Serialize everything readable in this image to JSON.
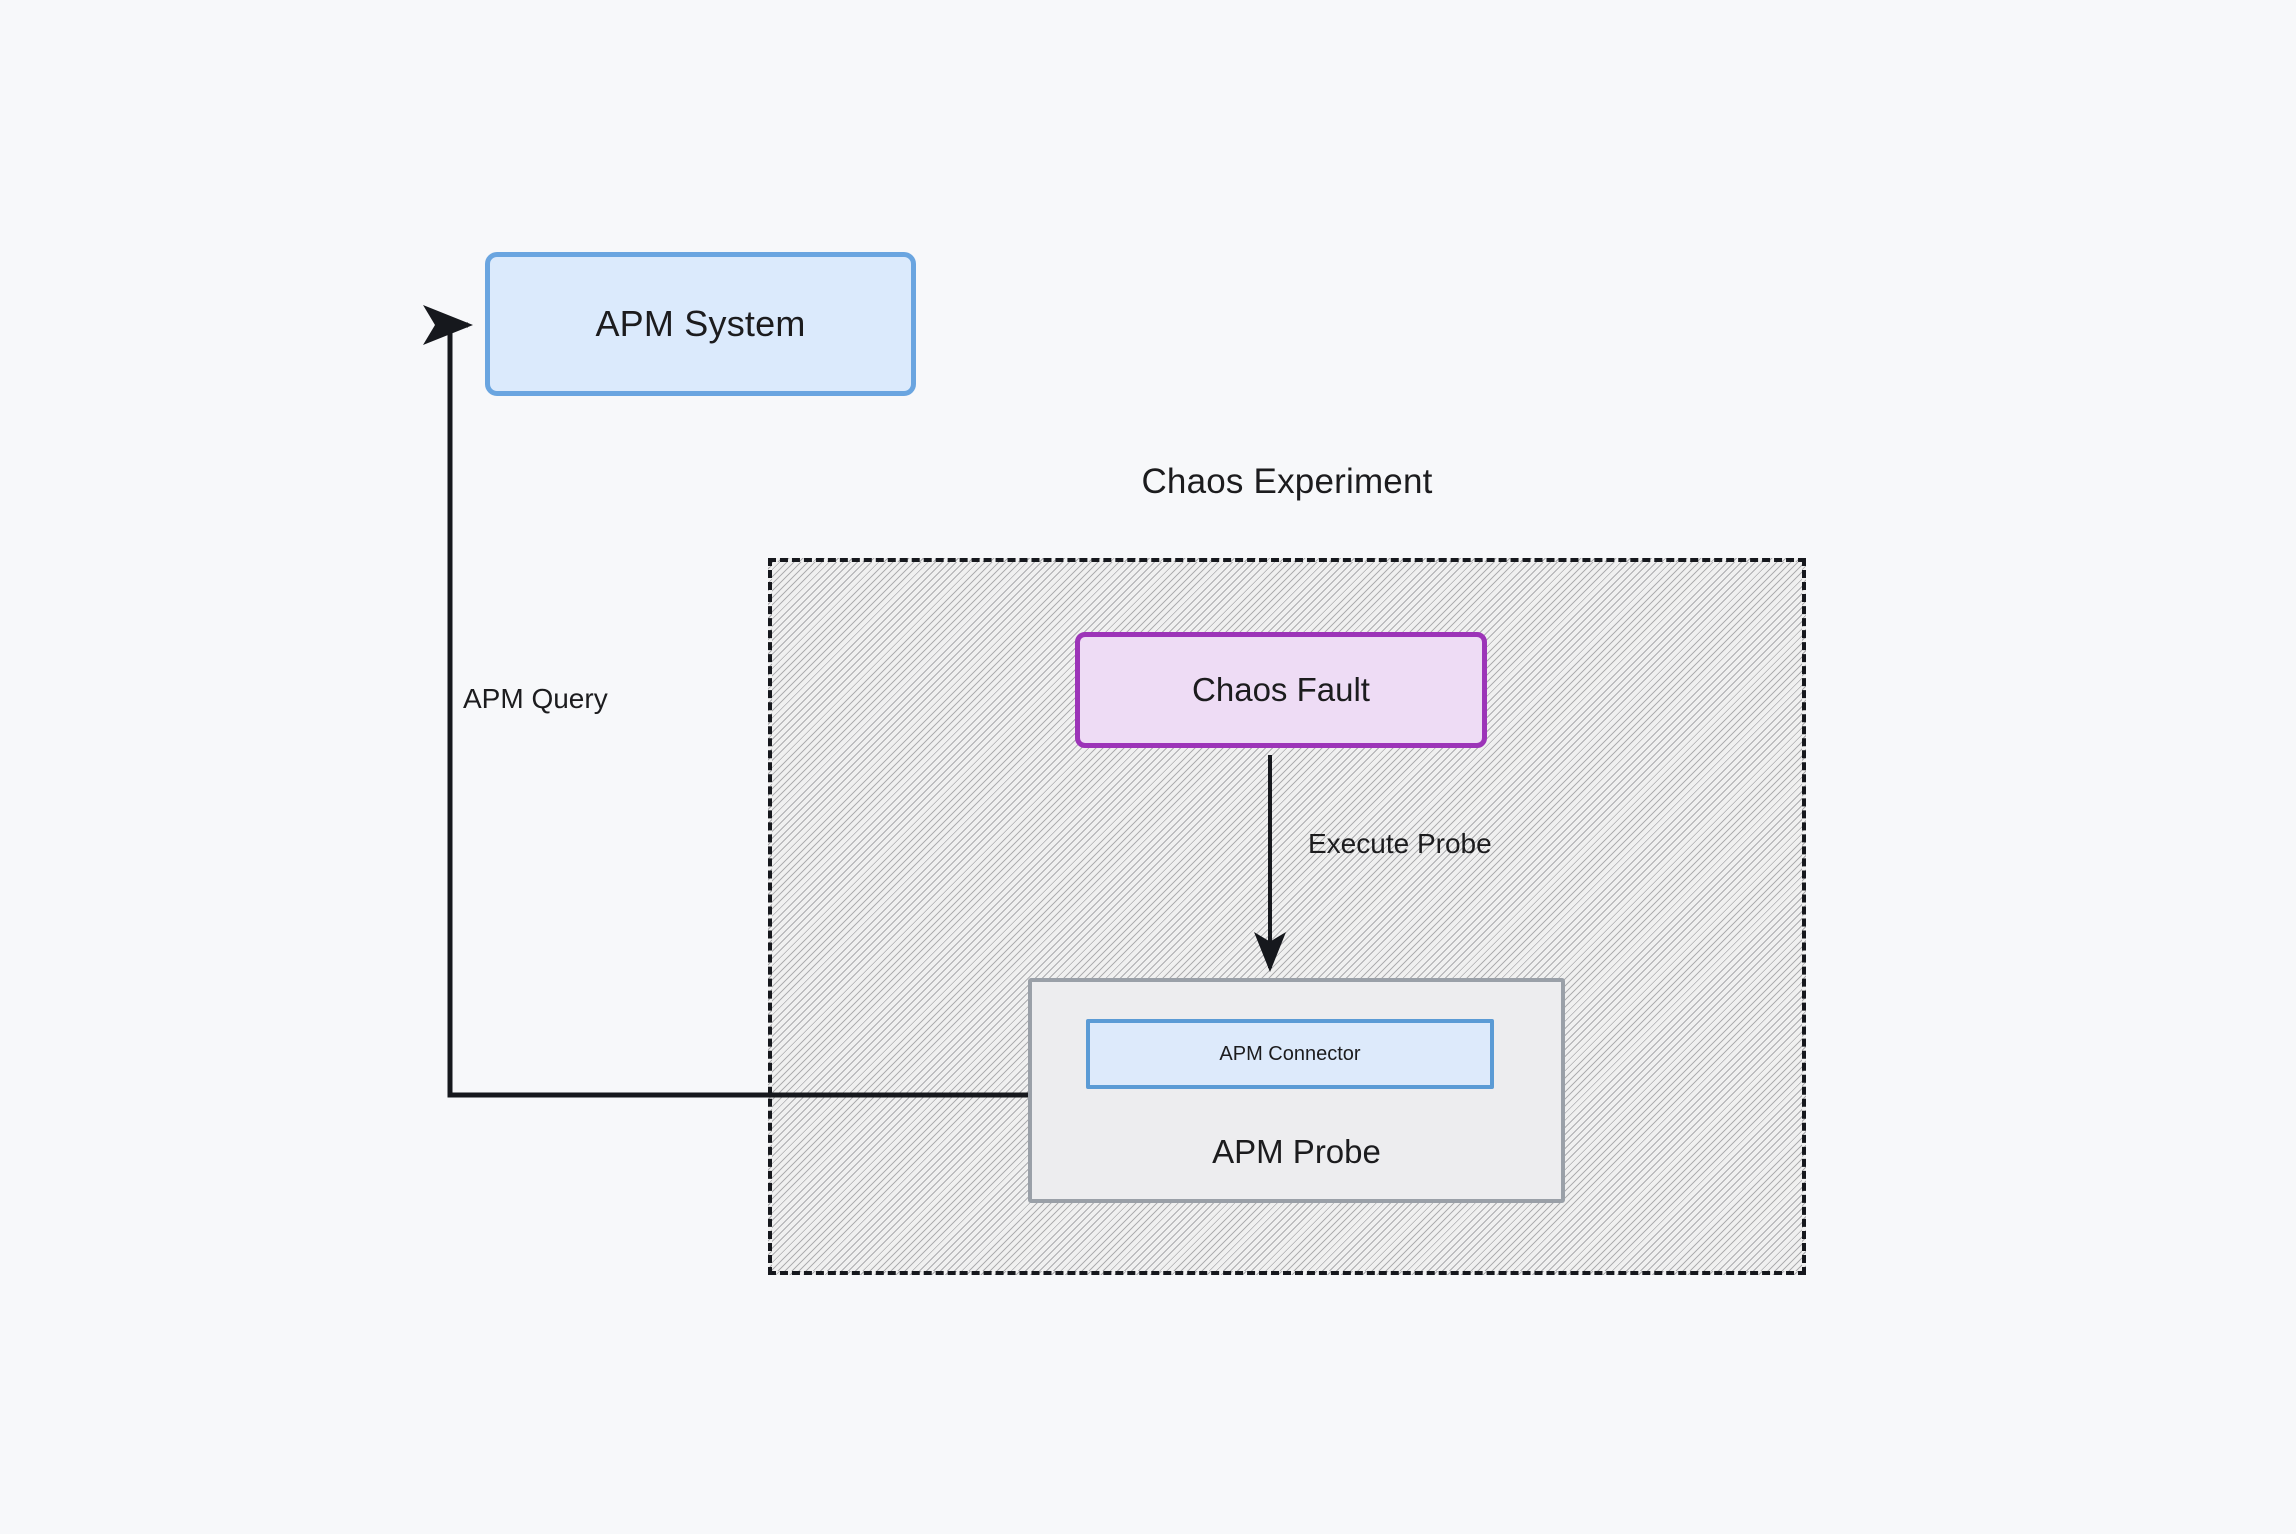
{
  "diagram": {
    "title": "Chaos Experiment",
    "background_color": "#f7f8fa",
    "nodes": {
      "apm_system": {
        "label": "APM System",
        "border_color": "#6aa5e0",
        "fill_color": "#dbeafc"
      },
      "chaos_fault": {
        "label": "Chaos Fault",
        "border_color": "#9c34b8",
        "fill_color": "#eedcf5"
      },
      "apm_probe": {
        "label": "APM Probe",
        "border_color": "#9aa0a8",
        "fill_color": "#ededef"
      },
      "apm_connector": {
        "label": "APM Connector",
        "border_color": "#5b9bd5",
        "fill_color": "#ddeafb"
      }
    },
    "group": {
      "label": "Chaos Experiment",
      "border_style": "dashed",
      "border_color": "#16181d",
      "fill_pattern": "diagonal-hatch"
    },
    "edges": [
      {
        "id": "execute-probe",
        "label": "Execute Probe",
        "from": "chaos_fault",
        "to": "apm_probe",
        "direction": "down",
        "arrowhead": true
      },
      {
        "id": "apm-query",
        "label": "APM Query",
        "from": "apm_probe",
        "to": "apm_system",
        "direction": "left-then-up-then-right",
        "arrowhead": true
      }
    ]
  }
}
